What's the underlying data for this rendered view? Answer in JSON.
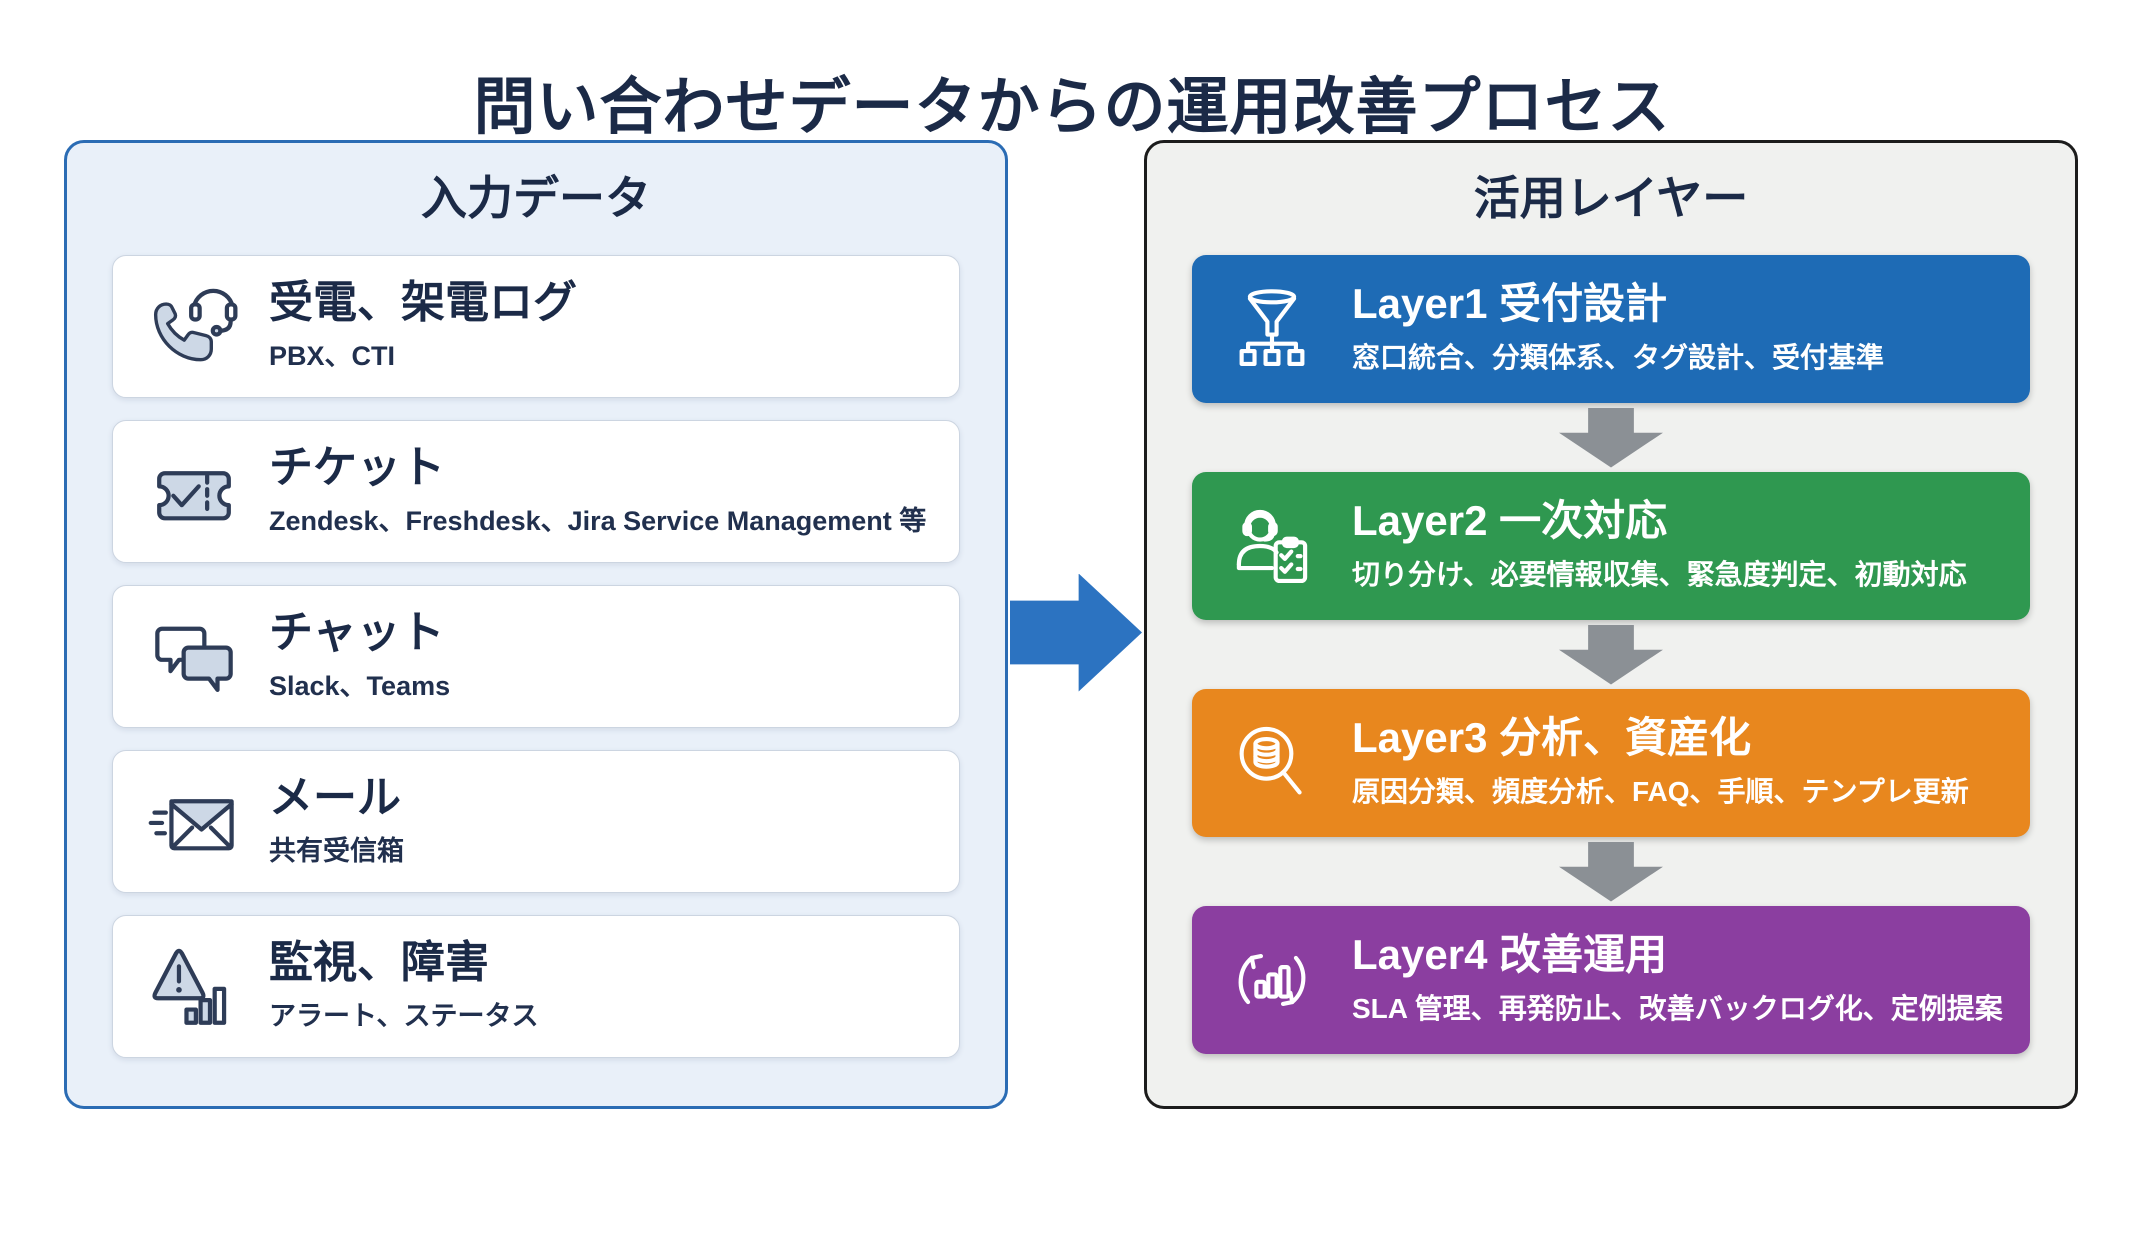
{
  "page": {
    "title": "問い合わせデータからの運用改善プロセス"
  },
  "input_panel": {
    "title": "入力データ",
    "items": [
      {
        "icon": "phone-headset-icon",
        "title": "受電、架電ログ",
        "subtitle": "PBX、CTI"
      },
      {
        "icon": "ticket-icon",
        "title": "チケット",
        "subtitle": "Zendesk、Freshdesk、Jira Service Management 等"
      },
      {
        "icon": "chat-bubbles-icon",
        "title": "チャット",
        "subtitle": "Slack、Teams"
      },
      {
        "icon": "mail-icon",
        "title": "メール",
        "subtitle": "共有受信箱"
      },
      {
        "icon": "alert-bars-icon",
        "title": "監視、障害",
        "subtitle": "アラート、ステータス"
      }
    ]
  },
  "layers_panel": {
    "title": "活用レイヤー",
    "layers": [
      {
        "icon": "funnel-hierarchy-icon",
        "title": "Layer1 受付設計",
        "subtitle": "窓口統合、分類体系、タグ設計、受付基準",
        "color": "#1e6bb5"
      },
      {
        "icon": "support-agent-icon",
        "title": "Layer2 一次対応",
        "subtitle": "切り分け、必要情報収集、緊急度判定、初動対応",
        "color": "#2f9850"
      },
      {
        "icon": "search-database-icon",
        "title": "Layer3 分析、資産化",
        "subtitle": "原因分類、頻度分析、FAQ、手順、テンプレ更新",
        "color": "#e8871e"
      },
      {
        "icon": "cycle-chart-icon",
        "title": "Layer4 改善運用",
        "subtitle": "SLA 管理、再発防止、改善バックログ化、定例提案",
        "color": "#8b3ea0"
      }
    ]
  },
  "colors": {
    "title_text": "#1b2a47",
    "input_panel_bg": "#e9f0f9",
    "input_panel_border": "#2b6cb4",
    "layers_panel_bg": "#f0f1ef",
    "layers_panel_border": "#1c1c1c",
    "main_arrow": "#2c73c1",
    "flow_arrow": "#8b9095"
  }
}
